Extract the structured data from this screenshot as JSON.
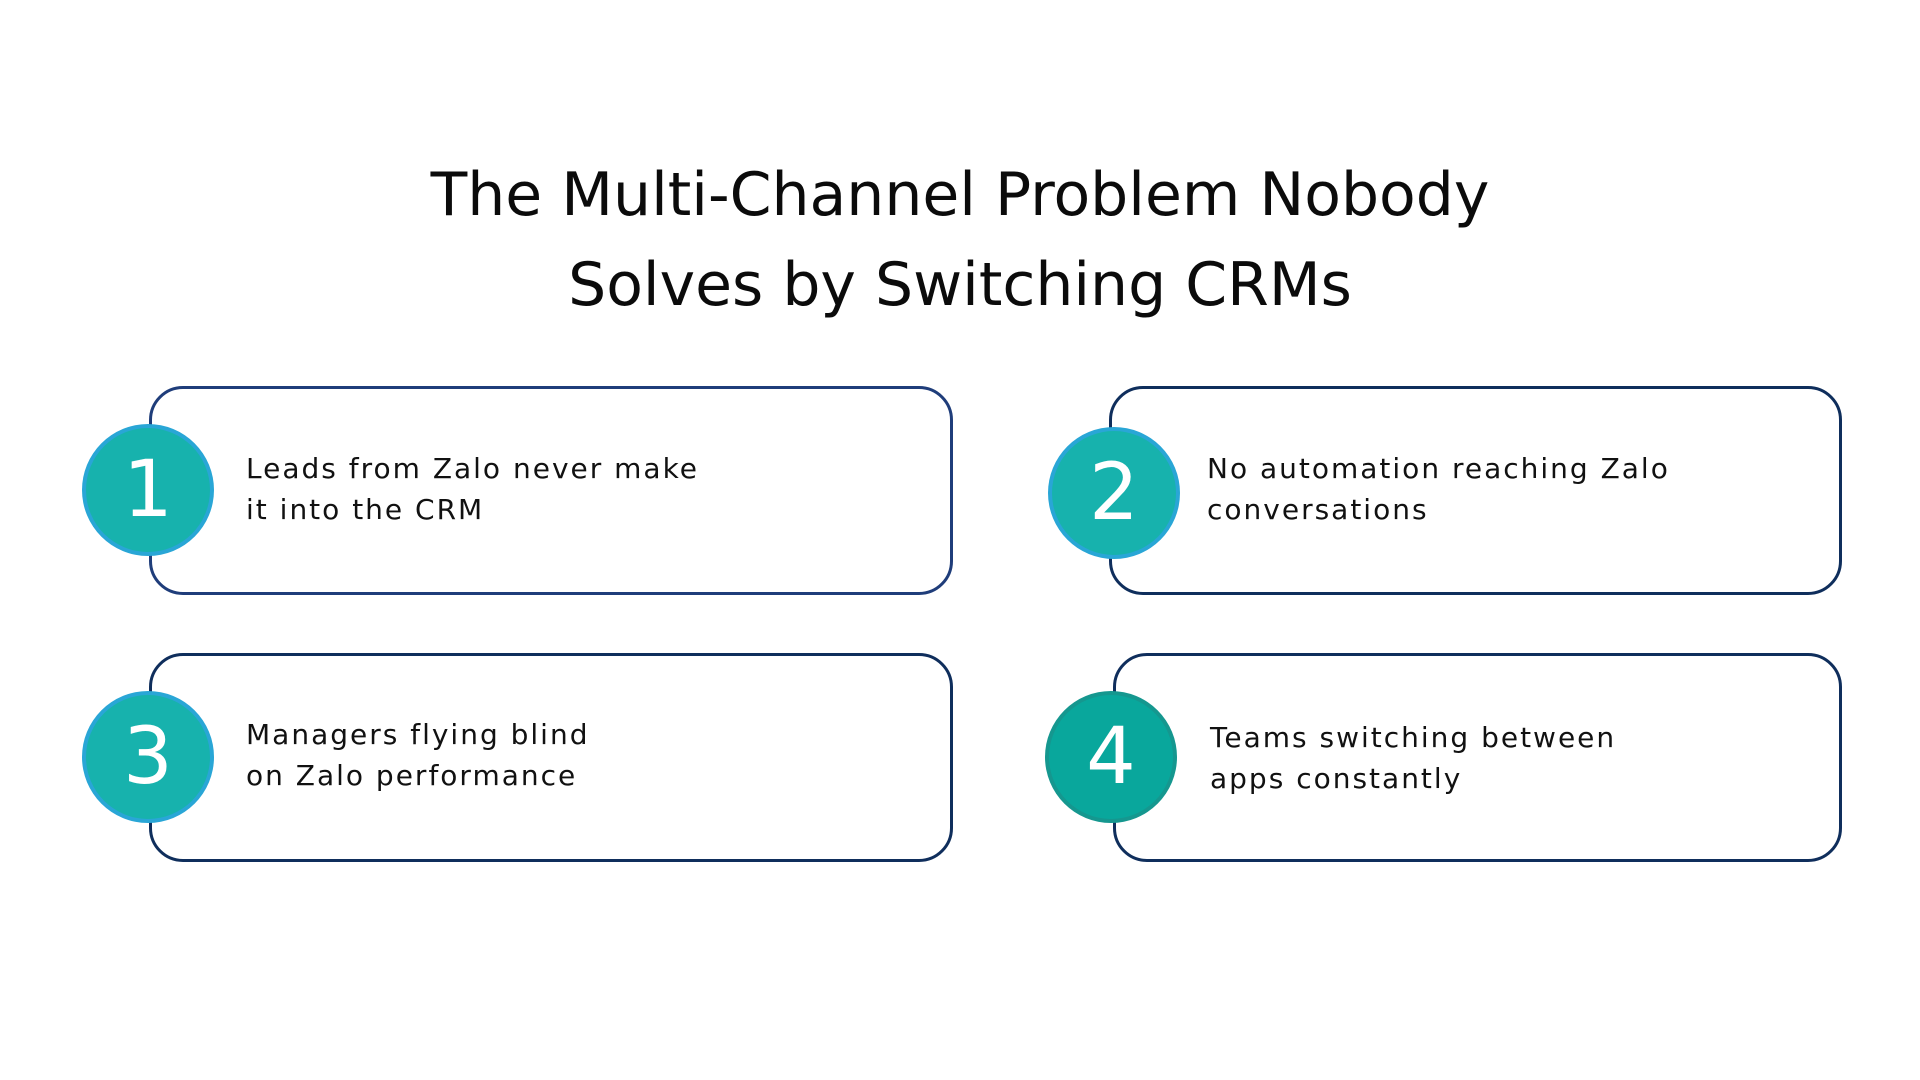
{
  "title": {
    "line1": "The Multi-Channel Problem Nobody",
    "line2": "Solves by Switching CRMs"
  },
  "items": [
    {
      "number": "1",
      "line1": "Leads from Zalo never make",
      "line2": "it into the CRM"
    },
    {
      "number": "2",
      "line1": "No automation reaching Zalo",
      "line2": "conversations"
    },
    {
      "number": "3",
      "line1": "Managers flying blind",
      "line2": "on Zalo performance"
    },
    {
      "number": "4",
      "line1": "Teams switching between",
      "line2": "apps constantly"
    }
  ]
}
